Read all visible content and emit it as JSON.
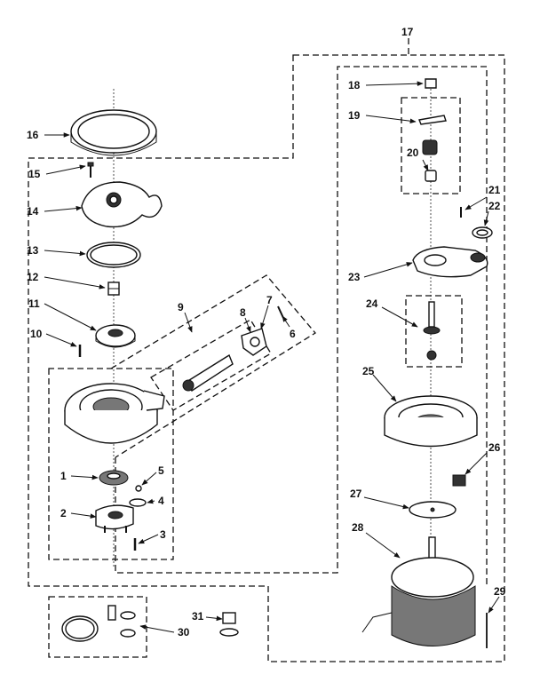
{
  "diagram": {
    "callouts": {
      "c1": "1",
      "c2": "2",
      "c3": "3",
      "c4": "4",
      "c5": "5",
      "c6": "6",
      "c7": "7",
      "c8": "8",
      "c9": "9",
      "c10": "10",
      "c11": "11",
      "c12": "12",
      "c13": "13",
      "c14": "14",
      "c15": "15",
      "c16": "16",
      "c17": "17",
      "c18": "18",
      "c19": "19",
      "c20": "20",
      "c21": "21",
      "c22": "22",
      "c23": "23",
      "c24": "24",
      "c25": "25",
      "c26": "26",
      "c27": "27",
      "c28": "28",
      "c29": "29",
      "c30": "30",
      "c31": "31"
    }
  }
}
